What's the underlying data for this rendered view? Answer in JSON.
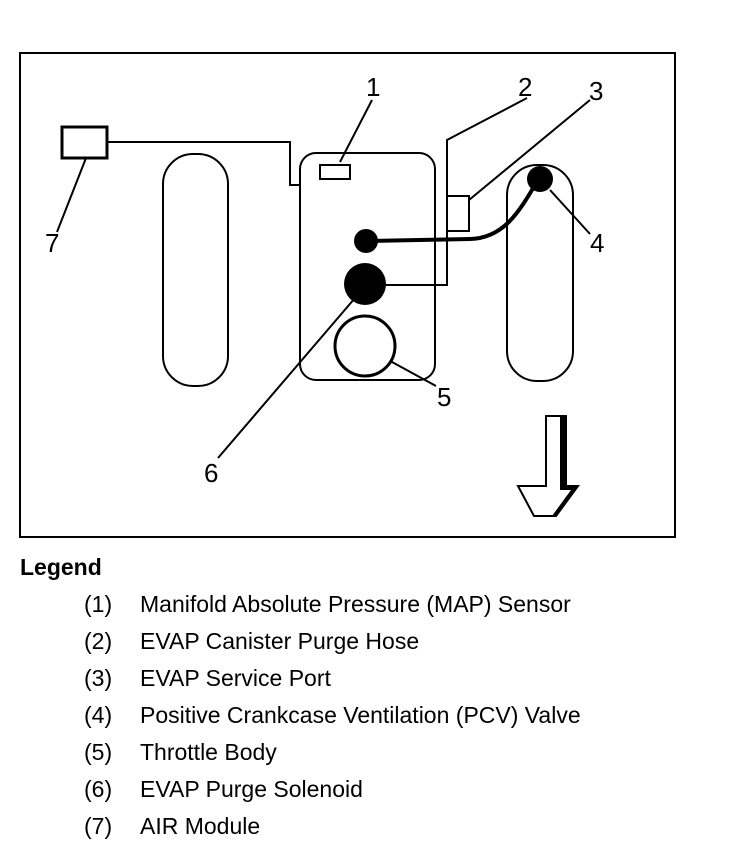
{
  "callouts": {
    "c1": "1",
    "c2": "2",
    "c3": "3",
    "c4": "4",
    "c5": "5",
    "c6": "6",
    "c7": "7"
  },
  "legend": {
    "title": "Legend",
    "items": [
      {
        "num": "(1)",
        "label": "Manifold Absolute Pressure (MAP) Sensor"
      },
      {
        "num": "(2)",
        "label": "EVAP Canister Purge Hose"
      },
      {
        "num": "(3)",
        "label": "EVAP Service Port"
      },
      {
        "num": "(4)",
        "label": "Positive Crankcase Ventilation (PCV) Valve"
      },
      {
        "num": "(5)",
        "label": "Throttle Body"
      },
      {
        "num": "(6)",
        "label": "EVAP Purge Solenoid"
      },
      {
        "num": "(7)",
        "label": "AIR Module"
      }
    ]
  }
}
